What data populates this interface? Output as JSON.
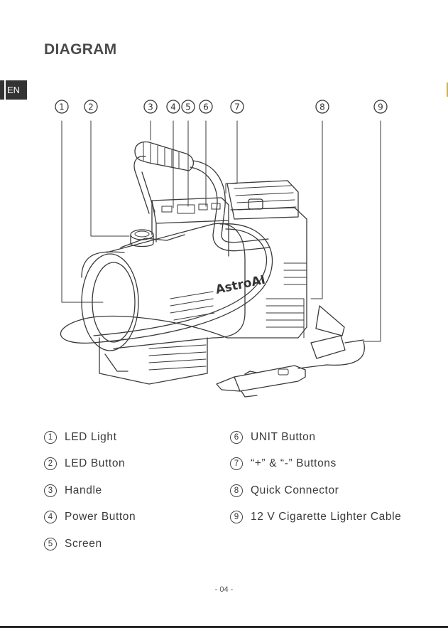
{
  "title": "DIAGRAM",
  "language_tab": "EN",
  "brand_logo_text": "AstroAI",
  "callout_numbers": [
    "1",
    "2",
    "3",
    "4",
    "5",
    "6",
    "7",
    "8",
    "9"
  ],
  "legend": [
    {
      "num": "1",
      "label": "LED Light"
    },
    {
      "num": "2",
      "label": "LED Button"
    },
    {
      "num": "3",
      "label": "Handle"
    },
    {
      "num": "4",
      "label": "Power Button"
    },
    {
      "num": "5",
      "label": "Screen"
    },
    {
      "num": "6",
      "label": "UNIT Button"
    },
    {
      "num": "7",
      "label": "“+” & “-” Buttons"
    },
    {
      "num": "8",
      "label": "Quick Connector"
    },
    {
      "num": "9",
      "label": "12 V Cigarette Lighter Cable"
    }
  ],
  "page_number": "- 04 -",
  "colors": {
    "text": "#3a3a3a",
    "tab": "#333333",
    "edge_mark": "#e8b400"
  }
}
